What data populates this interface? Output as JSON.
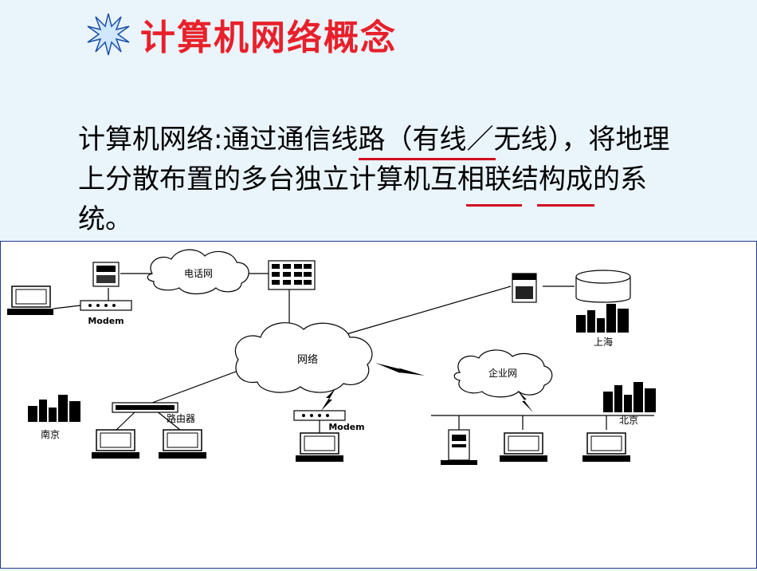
{
  "page": {
    "background": "#eaf4fb",
    "title_color": "#e8202a",
    "underline_color": "#d01020"
  },
  "title": {
    "text": "计算机网络概念",
    "icon": "sparkle-star-icon"
  },
  "definition": {
    "term": "计算机网络",
    "colon": ":",
    "body": "通过通信线路（有线／无线），将地理上分散布置的多台独立计算机互相联结构成的系统。"
  },
  "diagram": {
    "telephone_network_label": "电话网",
    "network_label": "网络",
    "enterprise_network_label": "企业网",
    "modem_label_top": "Modem",
    "modem_label_center": "Modem",
    "router_label": "路由器",
    "shanghai_label": "上海",
    "nanjing_label": "南京",
    "beijing_label": "北京"
  }
}
